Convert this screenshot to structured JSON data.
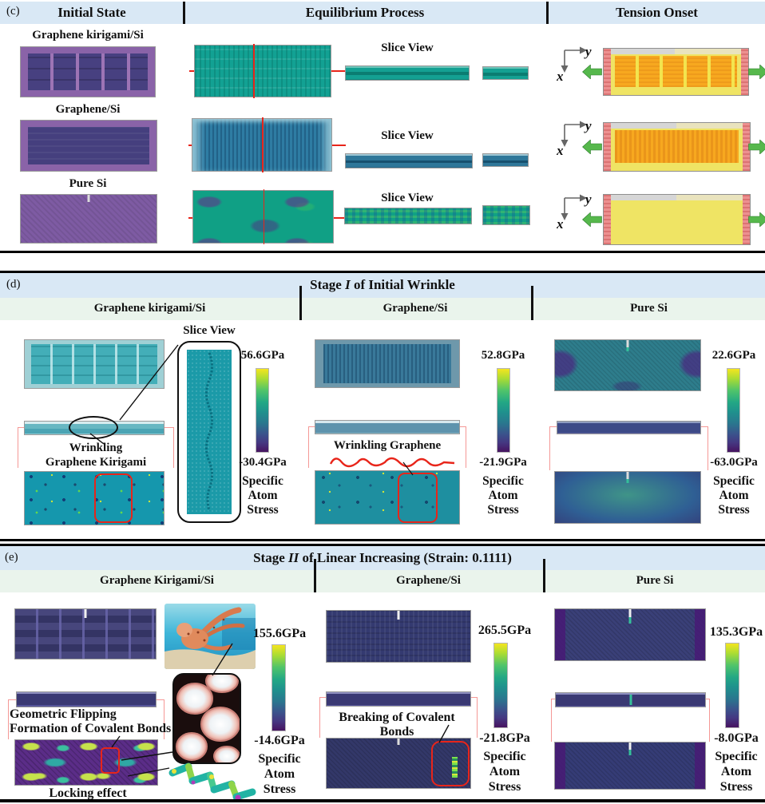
{
  "panel_c": {
    "tag": "(c)",
    "col_headers": [
      "Initial State",
      "Equilibrium Process",
      "Tension Onset"
    ],
    "row_labels": [
      "Graphene kirigami/Si",
      "Graphene/Si",
      "Pure Si"
    ],
    "slice_view_label": "Slice View",
    "axis": {
      "x": "x",
      "y": "y"
    }
  },
  "panel_d": {
    "tag": "(d)",
    "title": {
      "prefix": "Stage ",
      "stage": "I",
      "suffix": " of Initial Wrinkle"
    },
    "col_headers": [
      "Graphene kirigami/Si",
      "Graphene/Si",
      "Pure Si"
    ],
    "slice_view_label": "Slice View",
    "annotations": {
      "kirigami_wrinkle_line1": "Wrinkling",
      "kirigami_wrinkle_line2": "Graphene Kirigami",
      "graphene_wrinkle": "Wrinkling Graphene"
    },
    "colorbars": [
      {
        "max": "56.6GPa",
        "min": "-30.4GPa"
      },
      {
        "max": "52.8GPa",
        "min": "-21.9GPa"
      },
      {
        "max": "22.6GPa",
        "min": "-63.0GPa"
      }
    ],
    "stress_caption": [
      "Specific",
      "Atom",
      "Stress"
    ]
  },
  "panel_e": {
    "tag": "(e)",
    "title": {
      "prefix": "Stage ",
      "stage": "II",
      "suffix": " of Linear Increasing (Strain: 0.1111)"
    },
    "col_headers": [
      "Graphene Kirigami/Si",
      "Graphene/Si",
      "Pure Si"
    ],
    "annotations": {
      "flipping_line1": "Geometric Flipping",
      "flipping_line2": "Formation of Covalent Bonds",
      "locking": "Locking effect",
      "breaking": "Breaking of Covalent Bonds"
    },
    "colorbars": [
      {
        "max": "155.6GPa",
        "min": "-14.6GPa"
      },
      {
        "max": "265.5GPa",
        "min": "-21.8GPa"
      },
      {
        "max": "135.3GPa",
        "min": "-8.0GPa"
      }
    ],
    "stress_caption": [
      "Specific",
      "Atom",
      "Stress"
    ]
  },
  "colors": {
    "header_blue": "#d9e8f5",
    "header_green": "#eaf4ec",
    "annotation_red": "#e8251a",
    "bracket_pink": "#f59896",
    "viridis_max": "#f4e51f",
    "viridis_min": "#461360",
    "tension_yellow": "#efe464",
    "tension_orange": "#f7a81f",
    "tension_pink": "#ec9090",
    "arrow_green": "#56b84c"
  }
}
